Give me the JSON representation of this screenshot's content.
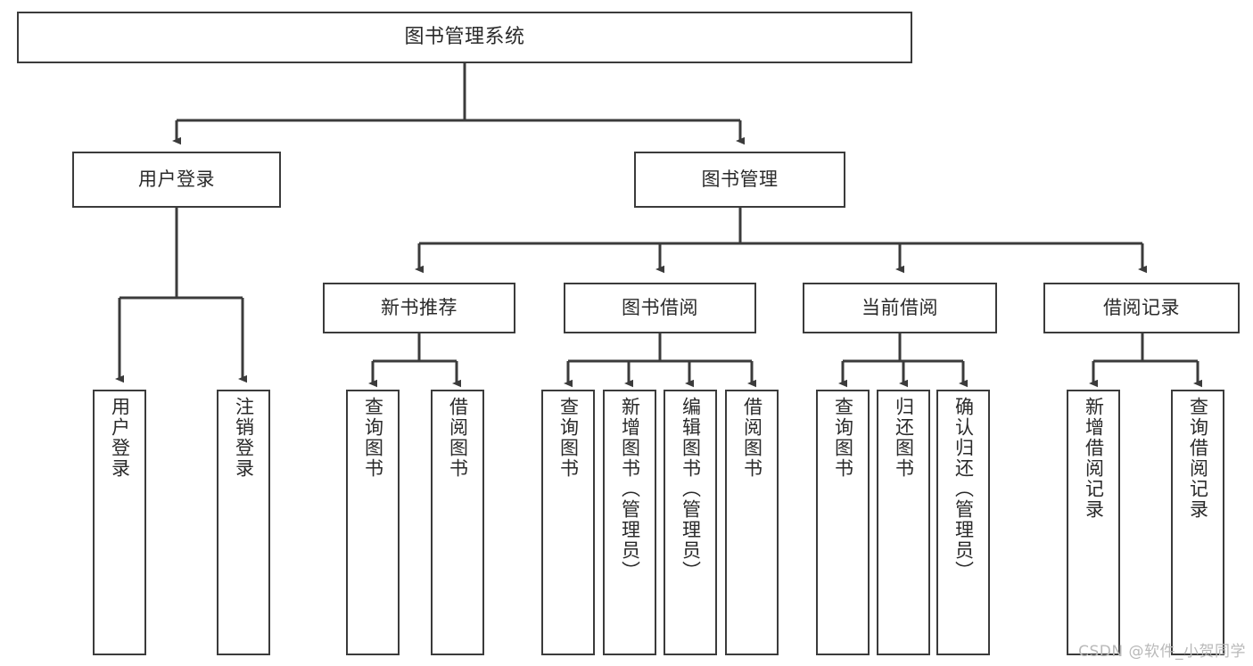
{
  "diagram": {
    "title": "图书管理系统",
    "type": "tree-hierarchy-diagram",
    "stroke_color": "#3b3b3b",
    "text_color": "#2a2a2a",
    "background_color": "#ffffff",
    "levels": {
      "root": {
        "label": "图书管理系统"
      },
      "level1": [
        {
          "label": "用户登录"
        },
        {
          "label": "图书管理"
        }
      ],
      "level2": [
        {
          "label": "新书推荐"
        },
        {
          "label": "图书借阅"
        },
        {
          "label": "当前借阅"
        },
        {
          "label": "借阅记录"
        }
      ],
      "leaves": {
        "user_login": [
          {
            "label": "用户登录"
          },
          {
            "label": "注销登录"
          }
        ],
        "new_book_recommend": [
          {
            "label": "查询图书"
          },
          {
            "label": "借阅图书"
          }
        ],
        "book_borrow": [
          {
            "label": "查询图书"
          },
          {
            "label": "新增图书（管理员）"
          },
          {
            "label": "编辑图书（管理员）"
          },
          {
            "label": "借阅图书"
          }
        ],
        "current_borrow": [
          {
            "label": "查询图书"
          },
          {
            "label": "归还图书"
          },
          {
            "label": "确认归还（管理员）"
          }
        ],
        "borrow_record": [
          {
            "label": "新增借阅记录"
          },
          {
            "label": "查询借阅记录"
          }
        ]
      }
    }
  },
  "watermark": {
    "text": "CSDN @软件_小贺同学"
  }
}
